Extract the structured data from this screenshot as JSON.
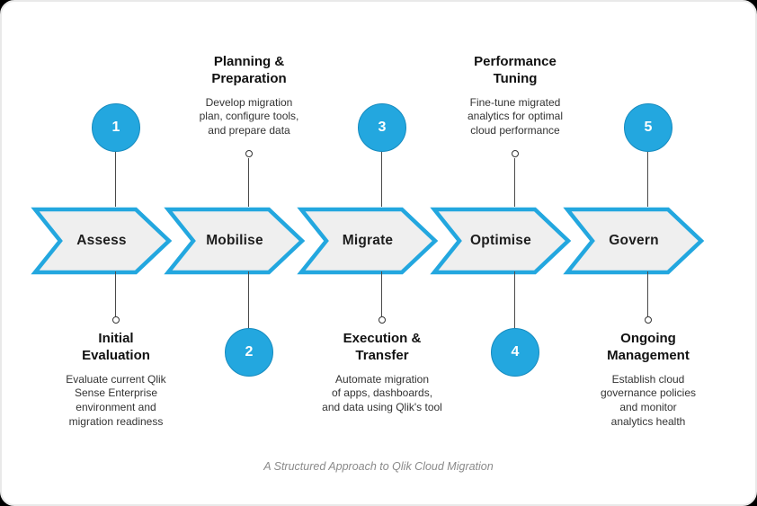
{
  "diagram": {
    "caption": "A Structured Approach to Qlik Cloud Migration",
    "colors": {
      "accent": "#23A7DF",
      "chevron_fill": "#EFEFEF"
    },
    "stages": [
      {
        "label": "Assess",
        "number": "1",
        "number_position": "top",
        "detail_position": "bottom",
        "detail_title": "Initial\nEvaluation",
        "detail_body": "Evaluate current Qlik\nSense Enterprise\nenvironment and\nmigration readiness"
      },
      {
        "label": "Mobilise",
        "number": "2",
        "number_position": "bottom",
        "detail_position": "top",
        "detail_title": "Planning &\nPreparation",
        "detail_body": "Develop migration\nplan, configure tools,\nand prepare data"
      },
      {
        "label": "Migrate",
        "number": "3",
        "number_position": "top",
        "detail_position": "bottom",
        "detail_title": "Execution &\nTransfer",
        "detail_body": "Automate migration\nof apps, dashboards,\nand data using Qlik's tool"
      },
      {
        "label": "Optimise",
        "number": "4",
        "number_position": "bottom",
        "detail_position": "top",
        "detail_title": "Performance\nTuning",
        "detail_body": "Fine-tune migrated\nanalytics for optimal\ncloud performance"
      },
      {
        "label": "Govern",
        "number": "5",
        "number_position": "top",
        "detail_position": "bottom",
        "detail_title": "Ongoing\nManagement",
        "detail_body": "Establish cloud\ngovernance policies\nand monitor\nanalytics health"
      }
    ]
  }
}
